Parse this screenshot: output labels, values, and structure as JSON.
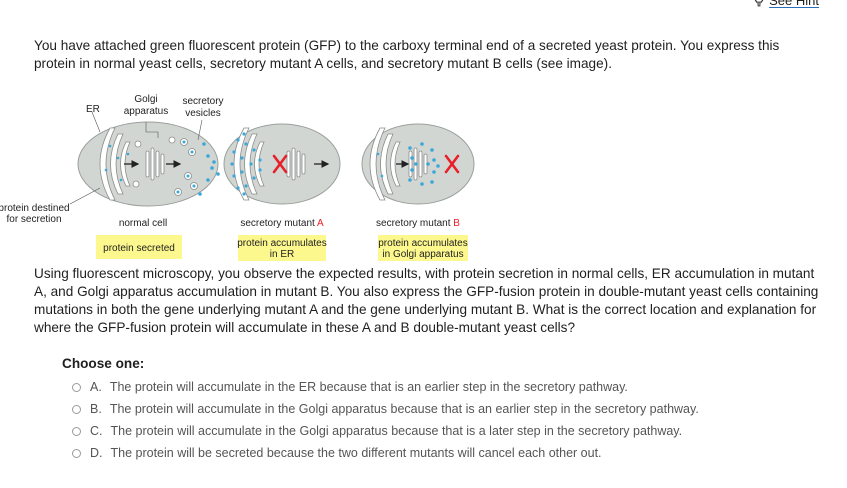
{
  "hint": {
    "label": "See Hint",
    "icon": "lightbulb-icon"
  },
  "intro_text": "You have attached green fluorescent protein (GFP) to the carboxy terminal end of a secreted yeast protein. You express this protein in normal yeast cells, secretory mutant A cells, and secretory mutant B cells (see image).",
  "figure": {
    "labels": {
      "er": "ER",
      "golgi": [
        "Golgi",
        "apparatus"
      ],
      "vesicles": [
        "secretory",
        "vesicles"
      ],
      "protein": [
        "protein destined",
        "for secretion"
      ]
    },
    "cells": [
      {
        "title": "normal cell",
        "title_mutant": "",
        "result": [
          "protein secreted"
        ]
      },
      {
        "title": "secretory mutant ",
        "title_mutant": "A",
        "result": [
          "protein accumulates",
          "in ER"
        ]
      },
      {
        "title": "secretory mutant ",
        "title_mutant": "B",
        "result": [
          "protein accumulates",
          "in Golgi apparatus"
        ]
      }
    ],
    "colors": {
      "cell": "#d2d6d3",
      "dots": "#3aa8d8",
      "block": "#e8202a",
      "result_box": "#fdf88e",
      "mutant_label": "#e8202a"
    }
  },
  "question_text": "Using fluorescent microscopy, you observe the expected results, with protein secretion in normal cells, ER accumulation in mutant A, and Golgi apparatus accumulation in mutant B. You also express the GFP-fusion protein in double-mutant yeast cells containing mutations in both the gene underlying mutant A and the gene underlying mutant B. What is the correct location and explanation for where the GFP-fusion protein will accumulate in these A and B double-mutant yeast cells?",
  "choose_label": "Choose one:",
  "options": [
    {
      "letter": "A.",
      "text": "The protein will accumulate in the ER because that is an earlier step in the secretory pathway."
    },
    {
      "letter": "B.",
      "text": "The protein will accumulate in the Golgi apparatus because that is an earlier step in the secretory pathway."
    },
    {
      "letter": "C.",
      "text": "The protein will accumulate in the Golgi apparatus because that is a later step in the secretory pathway."
    },
    {
      "letter": "D.",
      "text": "The protein will be secreted because the two different mutants will cancel each other out."
    }
  ]
}
